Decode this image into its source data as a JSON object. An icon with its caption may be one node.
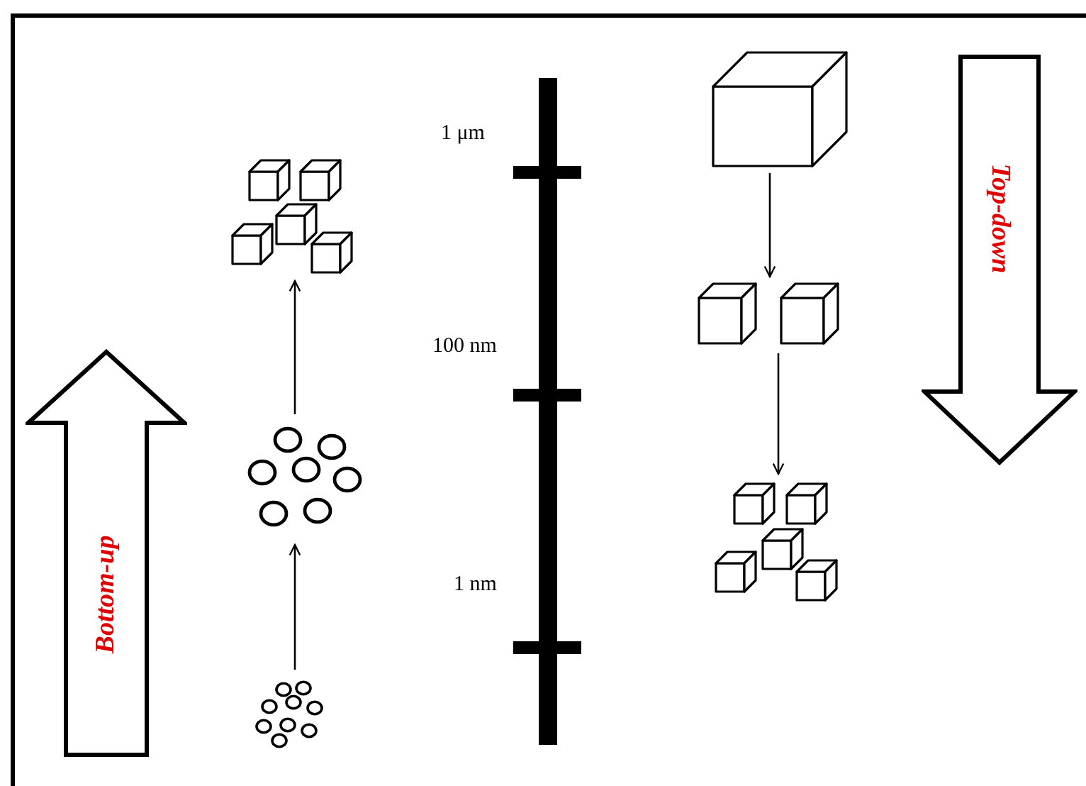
{
  "diagram": {
    "nodes": [
      {
        "text": [],
        "shape": "cube"
      },
      {
        "text": [],
        "shape": "cubes"
      },
      {
        "text": [],
        "shape": "cubes"
      },
      {
        "text": [],
        "shape": "cubes"
      },
      {
        "text": [],
        "shape": "circles"
      },
      {
        "text": [],
        "shape": "circles"
      },
      {
        "text": [
          "Bottom-up"
        ]
      },
      {
        "text": [
          "Top-down"
        ]
      }
    ],
    "edges": [
      {
        "from": 0,
        "to": 2,
        "arrow": "to"
      },
      {
        "from": 2,
        "to": 3,
        "arrow": "to"
      },
      {
        "from": 5,
        "to": 4,
        "arrow": "to"
      },
      {
        "from": 4,
        "to": 1,
        "arrow": "to"
      }
    ],
    "labels": [
      "1 μm",
      "100 nm",
      "1 nm"
    ]
  }
}
